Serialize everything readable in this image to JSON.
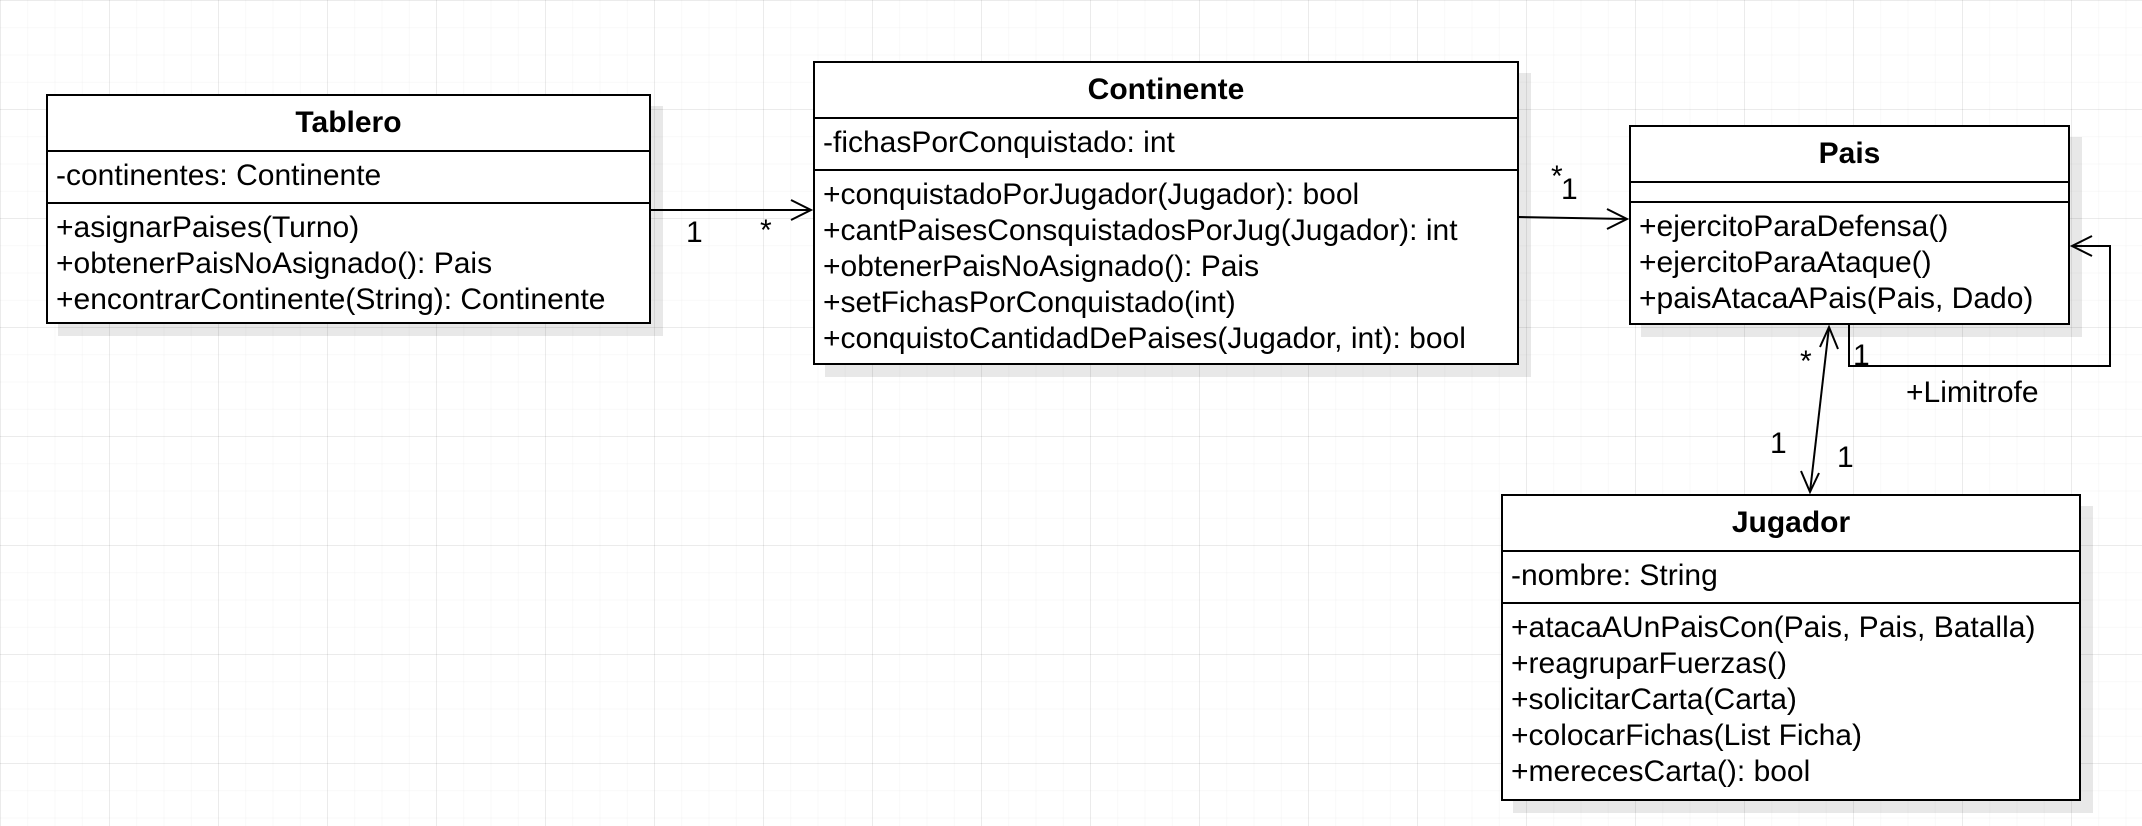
{
  "classes": {
    "tablero": {
      "name": "Tablero",
      "attributes": [
        "-continentes: Continente"
      ],
      "operations": [
        "+asignarPaises(Turno)",
        "+obtenerPaisNoAsignado(): Pais",
        "+encontrarContinente(String): Continente"
      ]
    },
    "continente": {
      "name": "Continente",
      "attributes": [
        "-fichasPorConquistado: int"
      ],
      "operations": [
        "+conquistadoPorJugador(Jugador): bool",
        "+cantPaisesConsquistadosPorJug(Jugador): int",
        "+obtenerPaisNoAsignado(): Pais",
        "+setFichasPorConquistado(int)",
        "+conquistoCantidadDePaises(Jugador, int): bool"
      ]
    },
    "pais": {
      "name": "Pais",
      "attributes": [],
      "operations": [
        "+ejercitoParaDefensa()",
        "+ejercitoParaAtaque()",
        "+paisAtacaAPais(Pais, Dado)"
      ]
    },
    "jugador": {
      "name": "Jugador",
      "attributes": [
        "-nombre: String"
      ],
      "operations": [
        "+atacaAUnPaisCon(Pais, Pais, Batalla)",
        "+reagruparFuerzas()",
        "+solicitarCarta(Carta)",
        "+colocarFichas(List Ficha)",
        "+merecesCarta(): bool"
      ]
    }
  },
  "associations": {
    "tablero_continente": {
      "source_mult": "1",
      "target_mult": "*"
    },
    "continente_pais": {
      "source_mult": "*",
      "target_mult": "1"
    },
    "pais_limitrofe": {
      "mult": "1",
      "role": "+Limitrofe"
    },
    "pais_jugador": {
      "pais_end_mult": "*",
      "jugador_end_mult_a": "1",
      "jugador_end_mult_b": "1"
    }
  }
}
